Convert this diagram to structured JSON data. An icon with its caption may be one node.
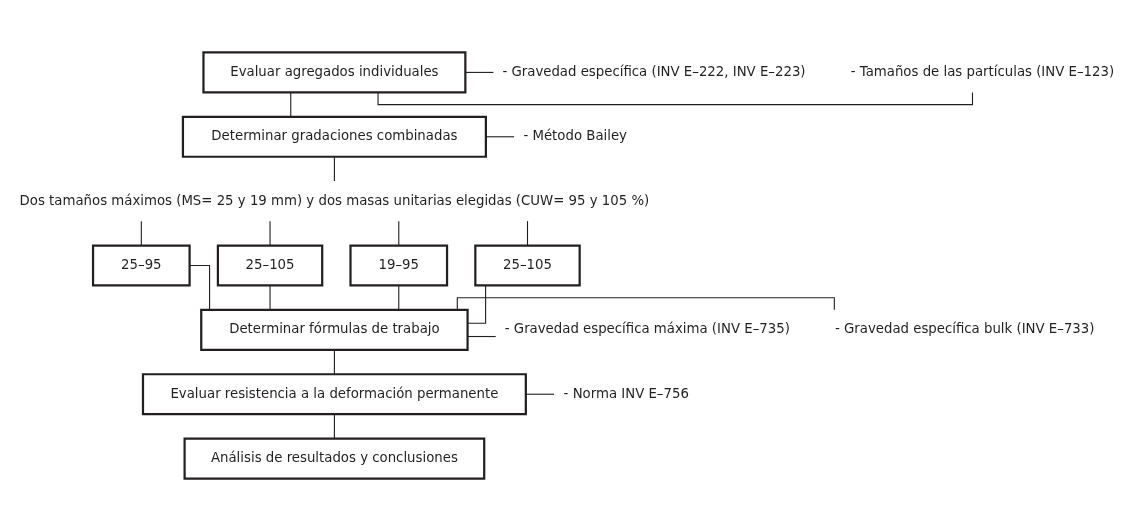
{
  "diagram": {
    "nodes": [
      {
        "text": [
          "Evaluar agregados individuales"
        ]
      },
      {
        "text": [
          "- Tamaños de las partículas (INV E–123)"
        ]
      },
      {
        "text": [
          "- Gravedad específica (INV E–222, INV E–223)"
        ]
      },
      {
        "text": [
          "Determinar gradaciones combinadas"
        ]
      },
      {
        "text": [
          "- Método Bailey"
        ]
      },
      {
        "text": [
          "Dos tamaños máximos (MS= 25 y 19 mm) y dos masas unitarias elegidas (CUW= 95 y 105 %)"
        ]
      },
      {
        "text": [
          "25–95"
        ]
      },
      {
        "text": [
          "25–105"
        ]
      },
      {
        "text": [
          "19–95"
        ]
      },
      {
        "text": [
          "25–105"
        ]
      },
      {
        "text": [
          "- Gravedad específica bulk (INV E–733)"
        ]
      },
      {
        "text": [
          "Determinar fórmulas de trabajo"
        ]
      },
      {
        "text": [
          "- Gravedad específica máxima (INV E–735)"
        ]
      },
      {
        "text": [
          "Evaluar resistencia a la deformación permanente"
        ]
      },
      {
        "text": [
          "- Norma INV E–756"
        ]
      },
      {
        "text": [
          "Análisis de resultados y conclusiones"
        ]
      }
    ],
    "edges": [
      {
        "from": 0,
        "to": 1,
        "arrow": "none"
      },
      {
        "from": 0,
        "to": 2,
        "arrow": "none"
      },
      {
        "from": 0,
        "to": 3,
        "arrow": "none"
      },
      {
        "from": 3,
        "to": 4,
        "arrow": "none"
      },
      {
        "from": 3,
        "to": 5,
        "arrow": "none"
      },
      {
        "from": 5,
        "to": 6,
        "arrow": "none"
      },
      {
        "from": 5,
        "to": 7,
        "arrow": "none"
      },
      {
        "from": 5,
        "to": 8,
        "arrow": "none"
      },
      {
        "from": 5,
        "to": 9,
        "arrow": "none"
      },
      {
        "from": 6,
        "to": 11,
        "arrow": "none"
      },
      {
        "from": 7,
        "to": 11,
        "arrow": "none"
      },
      {
        "from": 8,
        "to": 11,
        "arrow": "none"
      },
      {
        "from": 9,
        "to": 11,
        "arrow": "none"
      },
      {
        "from": 11,
        "to": 10,
        "arrow": "none"
      },
      {
        "from": 11,
        "to": 12,
        "arrow": "none"
      },
      {
        "from": 11,
        "to": 13,
        "arrow": "none"
      },
      {
        "from": 13,
        "to": 14,
        "arrow": "none"
      },
      {
        "from": 13,
        "to": 15,
        "arrow": "none"
      }
    ]
  }
}
